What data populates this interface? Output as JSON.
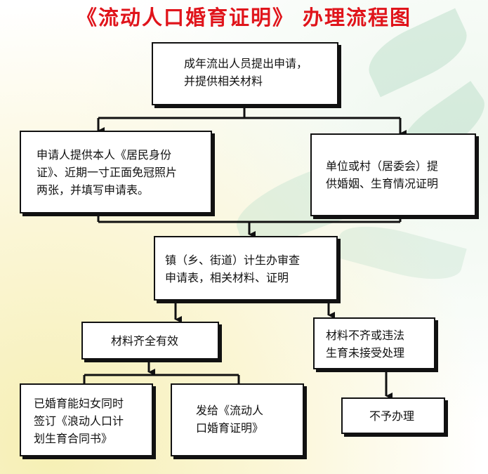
{
  "title": "《流动人口婚育证明》 办理流程图",
  "colors": {
    "title": "#e0141b",
    "border": "#111111",
    "arrow": "#111111"
  },
  "steps": {
    "apply": [
      "成年流出人员提出申请，",
      "并提供相关材料"
    ],
    "provide_id": [
      "申请人提供本人《居民身份",
      "证》、近期一寸正面免冠照片",
      "两张，并填写申请表。"
    ],
    "unit_cert": [
      "单位或村（居委会）提",
      "供婚姻、生育情况证明"
    ],
    "review": [
      "镇（乡、街道）计生办审查",
      "申请表，相关材料、证明"
    ],
    "valid": [
      "材料齐全有效"
    ],
    "invalid": [
      "材料不齐或违法",
      "生育未接受处理"
    ],
    "sign": [
      "已婚育能妇女同时",
      "签订《浪动人口计",
      "划生育合同书》"
    ],
    "issue": [
      "发给《流动人",
      "口婚育证明》"
    ],
    "reject": [
      "不予办理"
    ]
  }
}
